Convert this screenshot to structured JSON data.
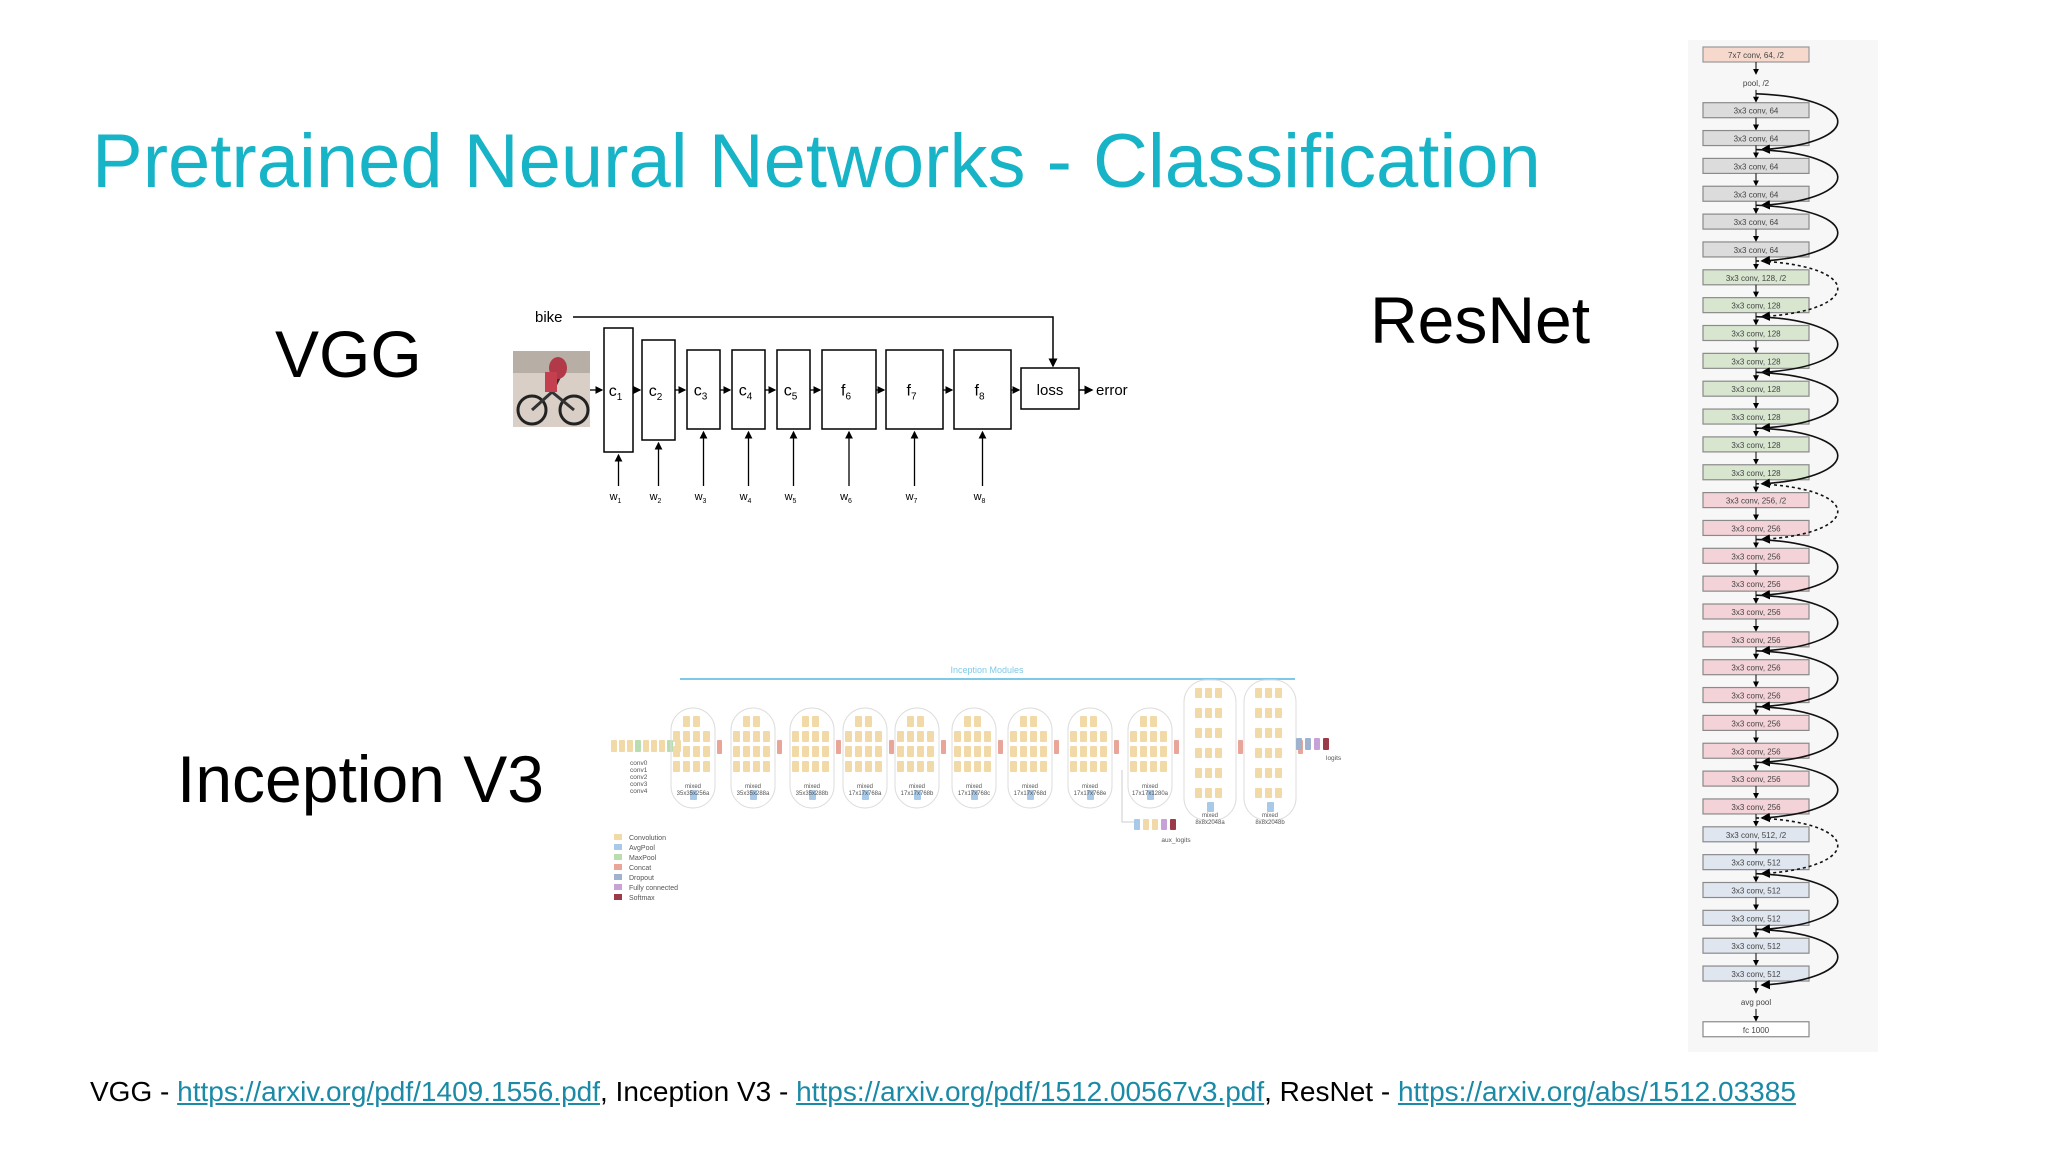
{
  "slide": {
    "title": "Pretrained Neural Networks - Classification"
  },
  "labels": {
    "vgg": "VGG",
    "inception": "Inception V3",
    "resnet": "ResNet"
  },
  "vgg_diagram": {
    "input_label": "bike",
    "loss_label": "loss",
    "error_label": "error",
    "layers": [
      {
        "name": "c",
        "sub": "1",
        "weight": "1"
      },
      {
        "name": "c",
        "sub": "2",
        "weight": "2"
      },
      {
        "name": "c",
        "sub": "3",
        "weight": "3"
      },
      {
        "name": "c",
        "sub": "4",
        "weight": "4"
      },
      {
        "name": "c",
        "sub": "5",
        "weight": "5"
      },
      {
        "name": "f",
        "sub": "6",
        "weight": "6"
      },
      {
        "name": "f",
        "sub": "7",
        "weight": "7"
      },
      {
        "name": "f",
        "sub": "8",
        "weight": "8"
      }
    ],
    "weight_prefix": "w"
  },
  "inception_diagram": {
    "header": "Inception Modules",
    "stem_labels": [
      "conv0",
      "conv1",
      "conv2",
      "conv3",
      "conv4"
    ],
    "module_labels": [
      [
        "mixed",
        "35x35x256a"
      ],
      [
        "mixed",
        "35x35x288a"
      ],
      [
        "mixed",
        "35x35x288b"
      ],
      [
        "mixed",
        "17x17x768a"
      ],
      [
        "mixed",
        "17x17x768b"
      ],
      [
        "mixed",
        "17x17x768c"
      ],
      [
        "mixed",
        "17x17x768d"
      ],
      [
        "mixed",
        "17x17x768e"
      ],
      [
        "mixed",
        "17x17x1280a"
      ],
      [
        "mixed",
        "8x8x2048a"
      ],
      [
        "mixed",
        "8x8x2048b"
      ]
    ],
    "logits_label": "logits",
    "aux_label": "aux_logits",
    "legend": [
      {
        "label": "Convolution",
        "color": "#f2d9a8"
      },
      {
        "label": "AvgPool",
        "color": "#a9c9e8"
      },
      {
        "label": "MaxPool",
        "color": "#b9dcb1"
      },
      {
        "label": "Concat",
        "color": "#e8a598"
      },
      {
        "label": "Dropout",
        "color": "#9fb3cf"
      },
      {
        "label": "Fully connected",
        "color": "#c7a2d6"
      },
      {
        "label": "Softmax",
        "color": "#9b3b4a"
      }
    ]
  },
  "resnet_diagram": {
    "layers": [
      "7x7 conv, 64, /2",
      "pool, /2",
      "3x3 conv, 64",
      "3x3 conv, 64",
      "3x3 conv, 64",
      "3x3 conv, 64",
      "3x3 conv, 64",
      "3x3 conv, 64",
      "3x3 conv, 128, /2",
      "3x3 conv, 128",
      "3x3 conv, 128",
      "3x3 conv, 128",
      "3x3 conv, 128",
      "3x3 conv, 128",
      "3x3 conv, 128",
      "3x3 conv, 128",
      "3x3 conv, 256, /2",
      "3x3 conv, 256",
      "3x3 conv, 256",
      "3x3 conv, 256",
      "3x3 conv, 256",
      "3x3 conv, 256",
      "3x3 conv, 256",
      "3x3 conv, 256",
      "3x3 conv, 256",
      "3x3 conv, 256",
      "3x3 conv, 256",
      "3x3 conv, 256",
      "3x3 conv, 512, /2",
      "3x3 conv, 512",
      "3x3 conv, 512",
      "3x3 conv, 512",
      "3x3 conv, 512",
      "3x3 conv, 512",
      "avg pool",
      "fc 1000"
    ]
  },
  "footer": {
    "vgg_prefix": "VGG - ",
    "vgg_link": "https://arxiv.org/pdf/1409.1556.pdf",
    "inception_prefix": ", Inception V3 - ",
    "inception_link": "https://arxiv.org/pdf/1512.00567v3.pdf",
    "resnet_prefix": ", ResNet - ",
    "resnet_link": "https://arxiv.org/abs/1512.03385"
  }
}
